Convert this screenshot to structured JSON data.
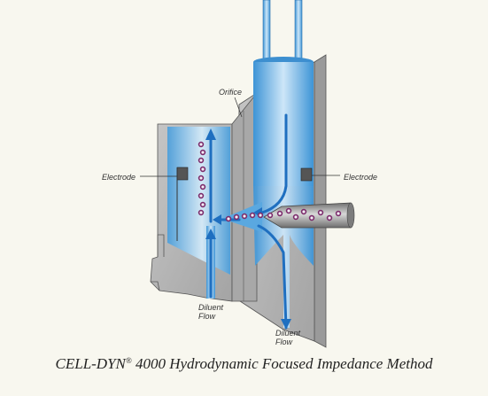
{
  "labels": {
    "orifice": "Orifice",
    "electrode_left": "Electrode",
    "electrode_right": "Electrode",
    "diluent_flow_left": [
      "Diluent",
      "Flow"
    ],
    "diluent_flow_right": [
      "Diluent",
      "Flow"
    ]
  },
  "caption": {
    "brand": "CELL-DYN",
    "mark": "®",
    "rest": " 4000 Hydrodynamic Focused Impedance Method"
  },
  "colors": {
    "background": "#f8f7ef",
    "housing": "#b9b9b9",
    "housing_dark": "#8e8e8e",
    "fluid": "#5aa8e0",
    "fluid_light": "#cfe6f7",
    "arrow": "#1f6fc0",
    "cell": "#7a2a6a",
    "sample_tube": "#9a9a9a"
  }
}
